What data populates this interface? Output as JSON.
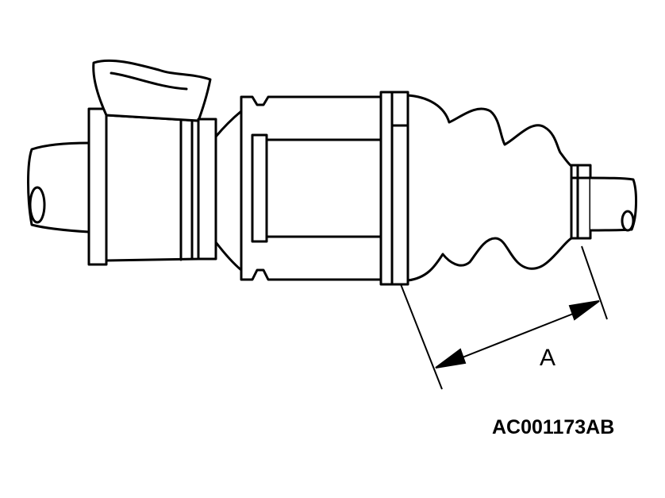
{
  "figure": {
    "dimension_label": "A",
    "reference_code": "AC001173AB",
    "line_color": "#000000",
    "background_color": "#ffffff"
  },
  "icons": [
    "drive-shaft-cv-joint-illustration",
    "dimension-arrow"
  ]
}
